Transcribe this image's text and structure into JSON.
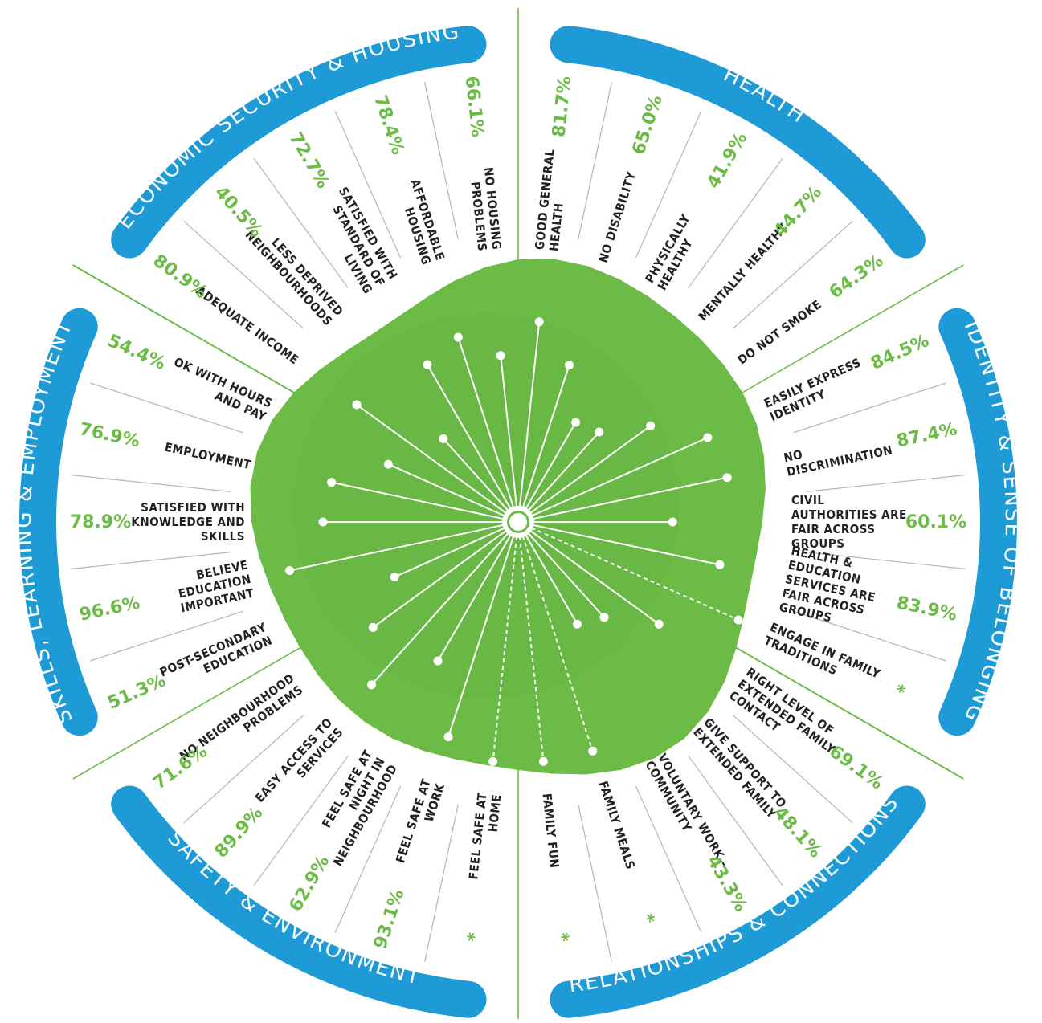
{
  "colors": {
    "blob": "#6dbb47",
    "blob_dark": "#5aa83a",
    "domain_band": "#1e9bd7",
    "value_text": "#6dbb47",
    "label_text": "#222222",
    "divider": "#6dbb47",
    "spoke": "#ffffff"
  },
  "chart_data": {
    "type": "radial",
    "domains": [
      {
        "title": "ECONOMIC SECURITY & HOUSING",
        "indicators": [
          {
            "label": "ADEQUATE INCOME",
            "value_text": "80.9%",
            "value": 80.9
          },
          {
            "label": "LESS DEPRIVED NEIGHBOURHOODS",
            "value_text": "40.5%",
            "value": 40.5
          },
          {
            "label": "SATISFIED WITH STANDARD OF LIVING",
            "value_text": "72.7%",
            "value": 72.7
          },
          {
            "label": "AFFORDABLE HOUSING",
            "value_text": "78.4%",
            "value": 78.4
          },
          {
            "label": "NO HOUSING PROBLEMS",
            "value_text": "66.1%",
            "value": 66.1
          }
        ]
      },
      {
        "title": "HEALTH",
        "indicators": [
          {
            "label": "GOOD GENERAL HEALTH",
            "value_text": "81.7%",
            "value": 81.7
          },
          {
            "label": "NO DISABILITY",
            "value_text": "65.0%",
            "value": 65.0
          },
          {
            "label": "PHYSICALLY HEALTHY",
            "value_text": "41.9%",
            "value": 41.9
          },
          {
            "label": "MENTALLY HEALTHY",
            "value_text": "44.7%",
            "value": 44.7
          },
          {
            "label": "DO NOT SMOKE",
            "value_text": "64.3%",
            "value": 64.3
          }
        ]
      },
      {
        "title": "IDENTITY & SENSE OF BELONGING",
        "indicators": [
          {
            "label": "EASILY EXPRESS IDENTITY",
            "value_text": "84.5%",
            "value": 84.5
          },
          {
            "label": "NO DISCRIMINATION",
            "value_text": "87.4%",
            "value": 87.4
          },
          {
            "label": "CIVIL AUTHORITIES ARE FAIR ACROSS GROUPS",
            "value_text": "60.1%",
            "value": 60.1
          },
          {
            "label": "HEALTH & EDUCATION SERVICES ARE FAIR ACROSS GROUPS",
            "value_text": "83.9%",
            "value": 83.9
          },
          {
            "label": "ENGAGE IN FAMILY TRADITIONS",
            "value_text": "*",
            "value": null
          }
        ]
      },
      {
        "title": "RELATIONSHIPS & CONNECTIONS",
        "indicators": [
          {
            "label": "RIGHT LEVEL OF EXTENDED FAMILY CONTACT",
            "value_text": "69.1%",
            "value": 69.1
          },
          {
            "label": "GIVE SUPPORT TO EXTENDED FAMILY",
            "value_text": "48.1%",
            "value": 48.1
          },
          {
            "label": "VOLUNTARY WORK - COMMUNITY",
            "value_text": "43.3%",
            "value": 43.3
          },
          {
            "label": "FAMILY MEALS",
            "value_text": "*",
            "value": null
          },
          {
            "label": "FAMILY FUN",
            "value_text": "*",
            "value": null
          }
        ]
      },
      {
        "title": "SAFETY & ENVIRONMENT",
        "indicators": [
          {
            "label": "FEEL SAFE AT HOME",
            "value_text": "*",
            "value": null
          },
          {
            "label": "FEEL SAFE AT WORK",
            "value_text": "93.1%",
            "value": 93.1
          },
          {
            "label": "FEEL SAFE AT NIGHT IN NEIGHBOURHOOD",
            "value_text": "62.9%",
            "value": 62.9
          },
          {
            "label": "EASY ACCESS TO SERVICES",
            "value_text": "89.9%",
            "value": 89.9
          },
          {
            "label": "NO NEIGHBOURHOOD PROBLEMS",
            "value_text": "71.6%",
            "value": 71.6
          }
        ]
      },
      {
        "title": "SKILLS, LEARNING & EMPLOYMENT",
        "indicators": [
          {
            "label": "POST-SECONDARY EDUCATION",
            "value_text": "51.3%",
            "value": 51.3
          },
          {
            "label": "BELIEVE EDUCATION IMPORTANT",
            "value_text": "96.6%",
            "value": 96.6
          },
          {
            "label": "SATISFIED WITH KNOWLEDGE AND SKILLS",
            "value_text": "78.9%",
            "value": 78.9
          },
          {
            "label": "EMPLOYMENT",
            "value_text": "76.9%",
            "value": 76.9
          },
          {
            "label": "OK WITH HOURS AND PAY",
            "value_text": "54.4%",
            "value": 54.4
          }
        ]
      }
    ]
  }
}
